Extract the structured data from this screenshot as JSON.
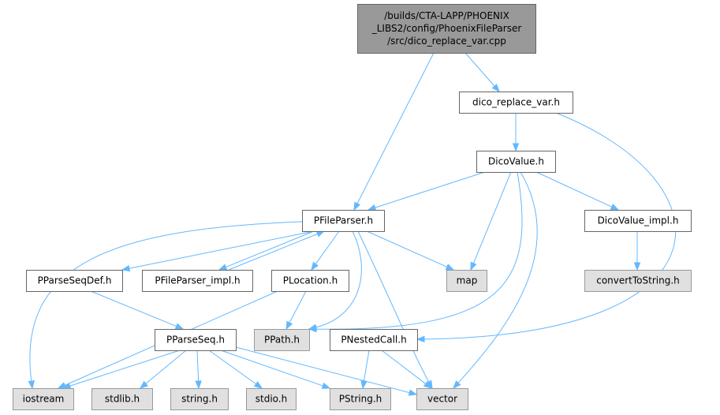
{
  "diagram": {
    "colors": {
      "edge": "#63b8ff",
      "root_fill": "#999999",
      "root_stroke": "#666666",
      "documented_fill": "#ffffff",
      "documented_stroke": "#666666",
      "external_fill": "#e0e0e0",
      "external_stroke": "#999999"
    },
    "nodes": {
      "root": {
        "lines": [
          "/builds/CTA-LAPP/PHOENIX",
          "_LIBS2/config/PhoenixFileParser",
          "/src/dico_replace_var.cpp"
        ],
        "kind": "root"
      },
      "dico_replace_var_h": {
        "lines": [
          "dico_replace_var.h"
        ],
        "kind": "documented"
      },
      "dicovalue_h": {
        "lines": [
          "DicoValue.h"
        ],
        "kind": "documented"
      },
      "pfileparser_h": {
        "lines": [
          "PFileParser.h"
        ],
        "kind": "documented"
      },
      "dicovalue_impl_h": {
        "lines": [
          "DicoValue_impl.h"
        ],
        "kind": "documented"
      },
      "converttostring_h": {
        "lines": [
          "convertToString.h"
        ],
        "kind": "external"
      },
      "pparseseqdef_h": {
        "lines": [
          "PParseSeqDef.h"
        ],
        "kind": "documented"
      },
      "pfileparser_impl_h": {
        "lines": [
          "PFileParser_impl.h"
        ],
        "kind": "documented"
      },
      "plocation_h": {
        "lines": [
          "PLocation.h"
        ],
        "kind": "documented"
      },
      "map": {
        "lines": [
          "map"
        ],
        "kind": "external"
      },
      "ppath_h": {
        "lines": [
          "PPath.h"
        ],
        "kind": "external"
      },
      "pparseseq_h": {
        "lines": [
          "PParseSeq.h"
        ],
        "kind": "documented"
      },
      "pnestedcall_h": {
        "lines": [
          "PNestedCall.h"
        ],
        "kind": "documented"
      },
      "iostream": {
        "lines": [
          "iostream"
        ],
        "kind": "external"
      },
      "stdlib_h": {
        "lines": [
          "stdlib.h"
        ],
        "kind": "external"
      },
      "string_h": {
        "lines": [
          "string.h"
        ],
        "kind": "external"
      },
      "stdio_h": {
        "lines": [
          "stdio.h"
        ],
        "kind": "external"
      },
      "pstring_h": {
        "lines": [
          "PString.h"
        ],
        "kind": "external"
      },
      "vector": {
        "lines": [
          "vector"
        ],
        "kind": "external"
      }
    },
    "edges": [
      {
        "from": "root",
        "to": "dico_replace_var_h"
      },
      {
        "from": "root",
        "to": "pfileparser_h"
      },
      {
        "from": "dico_replace_var_h",
        "to": "dicovalue_h"
      },
      {
        "from": "dico_replace_var_h",
        "to": "pnestedcall_h"
      },
      {
        "from": "dicovalue_h",
        "to": "pfileparser_h"
      },
      {
        "from": "dicovalue_h",
        "to": "dicovalue_impl_h"
      },
      {
        "from": "dicovalue_h",
        "to": "map"
      },
      {
        "from": "dicovalue_h",
        "to": "ppath_h"
      },
      {
        "from": "dicovalue_h",
        "to": "vector"
      },
      {
        "from": "dicovalue_impl_h",
        "to": "converttostring_h"
      },
      {
        "from": "pfileparser_h",
        "to": "pparseseqdef_h"
      },
      {
        "from": "pfileparser_h",
        "to": "pfileparser_impl_h"
      },
      {
        "from": "pfileparser_h",
        "to": "plocation_h"
      },
      {
        "from": "pfileparser_h",
        "to": "map"
      },
      {
        "from": "pfileparser_h",
        "to": "ppath_h"
      },
      {
        "from": "pfileparser_h",
        "to": "iostream"
      },
      {
        "from": "pfileparser_h",
        "to": "vector"
      },
      {
        "from": "pfileparser_impl_h",
        "to": "pfileparser_h"
      },
      {
        "from": "pparseseqdef_h",
        "to": "pparseseq_h"
      },
      {
        "from": "plocation_h",
        "to": "ppath_h"
      },
      {
        "from": "plocation_h",
        "to": "iostream"
      },
      {
        "from": "pparseseq_h",
        "to": "iostream"
      },
      {
        "from": "pparseseq_h",
        "to": "stdlib_h"
      },
      {
        "from": "pparseseq_h",
        "to": "string_h"
      },
      {
        "from": "pparseseq_h",
        "to": "stdio_h"
      },
      {
        "from": "pparseseq_h",
        "to": "pstring_h"
      },
      {
        "from": "pparseseq_h",
        "to": "vector"
      },
      {
        "from": "pnestedcall_h",
        "to": "pstring_h"
      },
      {
        "from": "pnestedcall_h",
        "to": "vector"
      }
    ]
  }
}
